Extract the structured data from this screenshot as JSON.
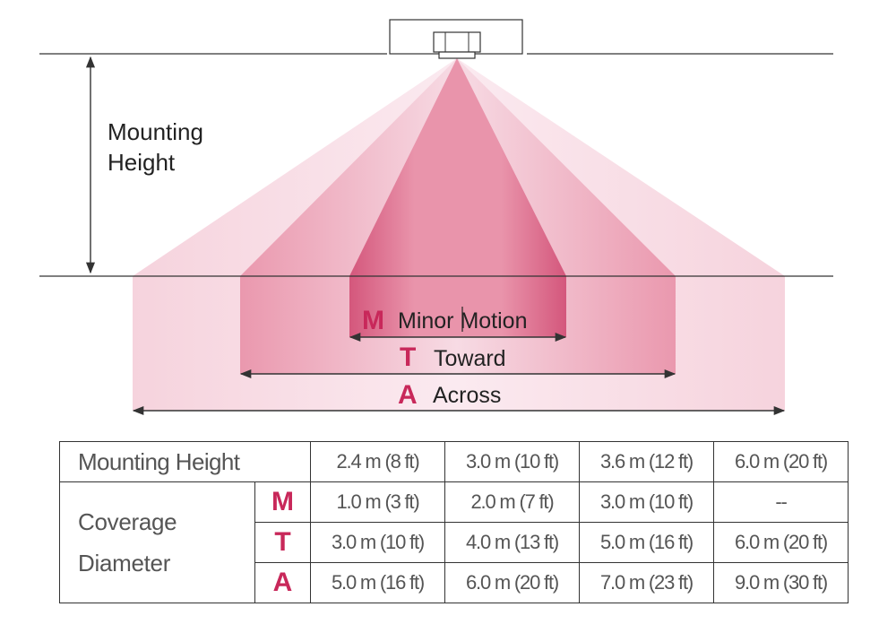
{
  "diagram": {
    "mounting_height_line1": "Mounting",
    "mounting_height_line2": "Height",
    "zones": [
      {
        "letter": "M",
        "label": "Minor Motion"
      },
      {
        "letter": "T",
        "label": "Toward"
      },
      {
        "letter": "A",
        "label": "Across"
      }
    ]
  },
  "table": {
    "header_label": "Mounting Height",
    "heights": [
      "2.4 m (8 ft)",
      "3.0 m (10 ft)",
      "3.6 m (12 ft)",
      "6.0 m (20 ft)"
    ],
    "coverage_label_line1": "Coverage",
    "coverage_label_line2": "Diameter",
    "rows": [
      {
        "letter": "M",
        "values": [
          "1.0 m (3 ft)",
          "2.0 m (7 ft)",
          "3.0 m (10 ft)",
          "--"
        ]
      },
      {
        "letter": "T",
        "values": [
          "3.0 m (10 ft)",
          "4.0 m (13 ft)",
          "5.0 m (16 ft)",
          "6.0 m (20 ft)"
        ]
      },
      {
        "letter": "A",
        "values": [
          "5.0 m (16 ft)",
          "6.0 m (20 ft)",
          "7.0 m (23 ft)",
          "9.0 m (30 ft)"
        ]
      }
    ]
  },
  "colors": {
    "accent": "#c8285a",
    "zone_outer": "#f5c9d6",
    "zone_middle": "#e8879f",
    "zone_inner": "#d65a7e",
    "line": "#333333"
  }
}
